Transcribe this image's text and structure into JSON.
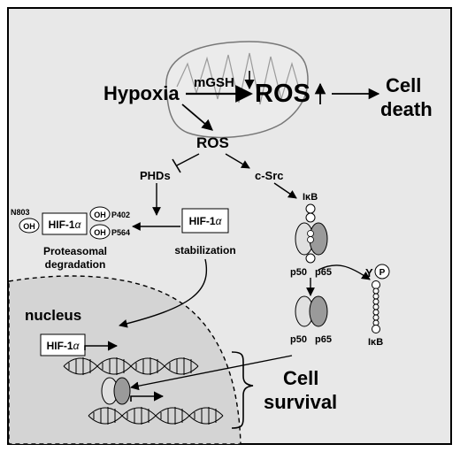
{
  "labels": {
    "hypoxia": "Hypoxia",
    "mgsh": "mGSH",
    "ros_big": "ROS",
    "cell_death_1": "Cell",
    "cell_death_2": "death",
    "ros_small": "ROS",
    "phds": "PHDs",
    "csrc": "c-Src",
    "ikb_top": "IκB",
    "n803": "N803",
    "oh": "OH",
    "p402": "P402",
    "p564": "P564",
    "hif_prefix": "HIF-1",
    "alpha": "α",
    "proteasomal_1": "Proteasomal",
    "proteasomal_2": "degradation",
    "stabilization": "stabilization",
    "p50": "p50",
    "p65": "p65",
    "nucleus": "nucleus",
    "ikb_phos": "IκB",
    "y": "Y",
    "p_mark": "P",
    "cell_survival_1": "Cell",
    "cell_survival_2": "survival"
  },
  "colors": {
    "background": "#e8e8e8",
    "nucleus": "#d4d4d4",
    "subunit_light": "#e0e0e0",
    "subunit_dark": "#9a9a9a",
    "mito_fill": "#ebebeb"
  }
}
